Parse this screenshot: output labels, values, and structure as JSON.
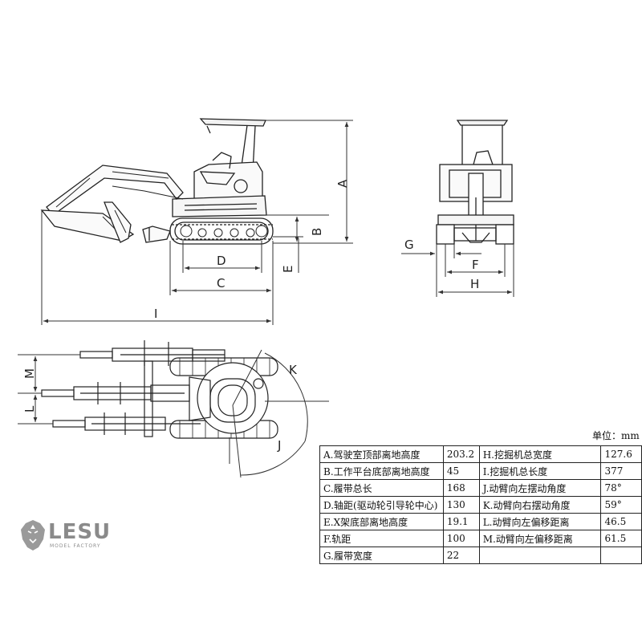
{
  "brand": {
    "name": "LESU",
    "tagline": "MODEL FACTORY"
  },
  "unit_label": "单位：mm",
  "dimension_letters": {
    "A": "A",
    "B": "B",
    "C": "C",
    "D": "D",
    "E": "E",
    "F": "F",
    "G": "G",
    "H": "H",
    "I": "I",
    "J": "J",
    "K": "K",
    "L": "L",
    "M": "M"
  },
  "spec_rows": [
    {
      "left_label": "A.驾驶室顶部离地高度",
      "left_value": "203.2",
      "right_label": "H.挖掘机总宽度",
      "right_value": "127.6"
    },
    {
      "left_label": "B.工作平台底部离地高度",
      "left_value": "45",
      "right_label": "I.挖掘机总长度",
      "right_value": "377"
    },
    {
      "left_label": "C.履带总长",
      "left_value": "168",
      "right_label": "J.动臂向左摆动角度",
      "right_value": "78°"
    },
    {
      "left_label": "D.轴距(驱动轮引导轮中心)",
      "left_value": "130",
      "right_label": "K.动臂向右摆动角度",
      "right_value": "59°"
    },
    {
      "left_label": "E.X架底部离地高度",
      "left_value": "19.1",
      "right_label": "L.动臂向左偏移距离",
      "right_value": "46.5"
    },
    {
      "left_label": "F.轨距",
      "left_value": "100",
      "right_label": "M.动臂向左偏移距离",
      "right_value": "61.5"
    },
    {
      "left_label": "G.履带宽度",
      "left_value": "22",
      "right_label": "",
      "right_value": ""
    }
  ]
}
